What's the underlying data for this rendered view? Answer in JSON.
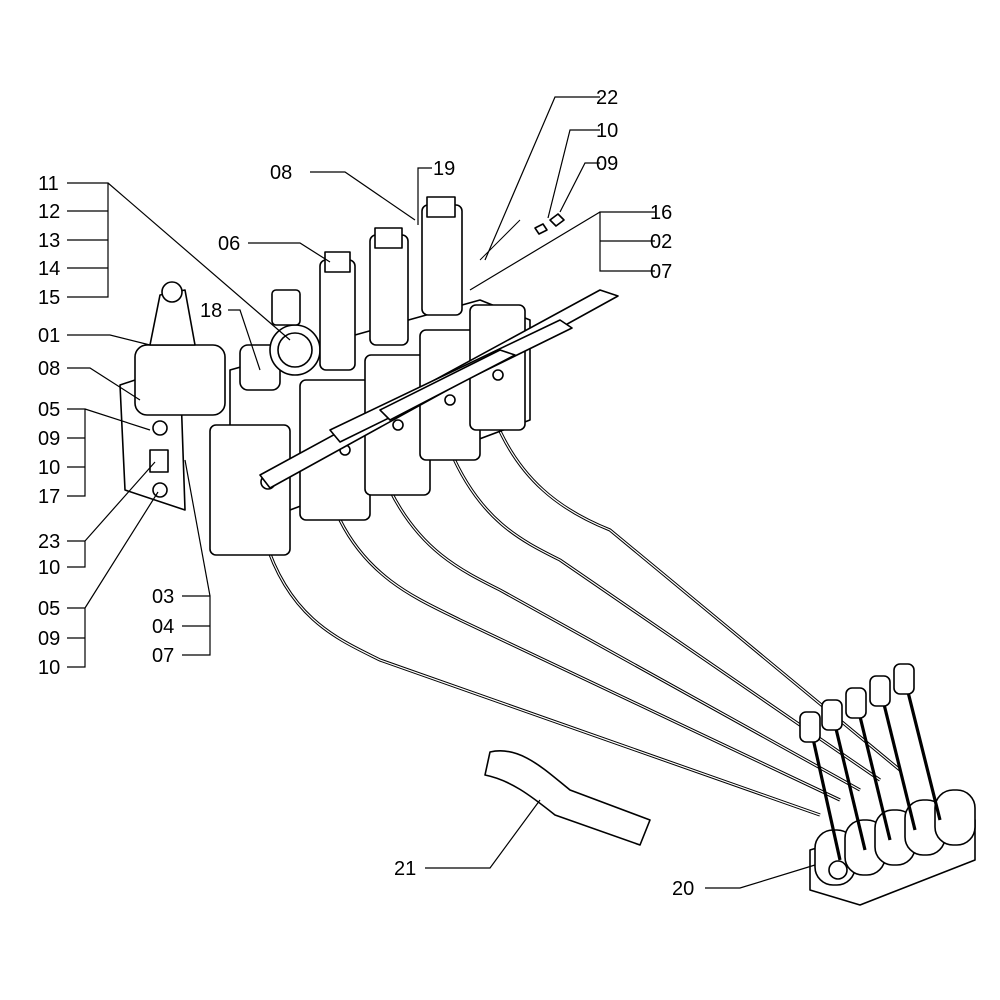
{
  "labels": {
    "l11": "11",
    "l12": "12",
    "l13": "13",
    "l14": "14",
    "l15": "15",
    "l01": "01",
    "l08a": "08",
    "l05a": "05",
    "l09a": "09",
    "l10a": "10",
    "l17": "17",
    "l23": "23",
    "l10b": "10",
    "l05b": "05",
    "l09b": "09",
    "l10c": "10",
    "l03": "03",
    "l04": "04",
    "l07a": "07",
    "l18": "18",
    "l06": "06",
    "l08b": "08",
    "l19": "19",
    "l22": "22",
    "l10d": "10",
    "l09c": "09",
    "l16": "16",
    "l02": "02",
    "l07b": "07",
    "l21": "21",
    "l20": "20"
  },
  "colors": {
    "line": "#000000",
    "background": "#ffffff"
  }
}
